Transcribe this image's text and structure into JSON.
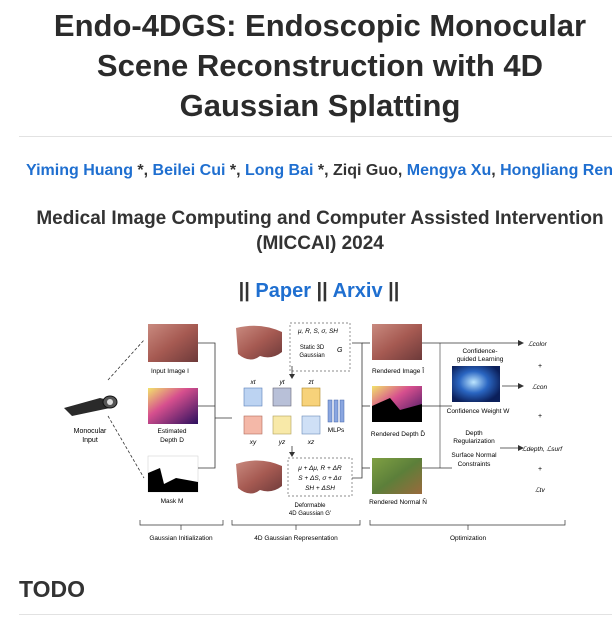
{
  "title_lines": [
    "Endo-4DGS: Endoscopic Monocular",
    "Scene Reconstruction with 4D",
    "Gaussian Splatting"
  ],
  "authors": [
    {
      "name": "Yiming Huang",
      "link": true,
      "mark": " *"
    },
    {
      "name": "Beilei Cui",
      "link": true,
      "mark": " *"
    },
    {
      "name": "Long Bai",
      "link": true,
      "mark": " *"
    },
    {
      "name": "Ziqi Guo",
      "link": false,
      "mark": ""
    },
    {
      "name": "Mengya Xu",
      "link": true,
      "mark": ""
    },
    {
      "name": "Hongliang Ren",
      "link": true,
      "mark": ""
    }
  ],
  "venue": {
    "line1": "Medical Image Computing and Computer Assisted Intervention",
    "line2": "(MICCAI) 2024"
  },
  "links": {
    "sep": "||",
    "paper": "Paper",
    "arxiv": "Arxiv"
  },
  "figure": {
    "monocular_input": [
      "Monocular",
      "Input"
    ],
    "input_image": "Input Image I",
    "estimated_depth": [
      "Estimated",
      "Depth D"
    ],
    "mask": "Mask M",
    "static_params": "μ, R, S, σ, SH",
    "static_label": [
      "Static 3D",
      "Gaussian"
    ],
    "static_symbol": "G",
    "planes_top": [
      "xt",
      "yt",
      "zt"
    ],
    "planes_bottom": [
      "xy",
      "yz",
      "xz"
    ],
    "mlps": "MLPs",
    "deform_params": [
      "μ + Δμ, R + ΔR",
      "S + ΔS, σ + Δσ",
      "SH + ΔSH"
    ],
    "deform_label": [
      "Deformable",
      "4D Gaussian G'"
    ],
    "rendered_image": "Rendered Image Î",
    "rendered_depth": "Rendered Depth D̂",
    "rendered_normal": "Rendered Normal N̂",
    "confidence_learning": [
      "Confidence-",
      "guided Learning"
    ],
    "confidence_weight": "Confidence Weight W",
    "depth_reg": [
      "Depth",
      "Regularization"
    ],
    "surface_normal": [
      "Surface Normal",
      "Constraints"
    ],
    "losses": [
      "ℒcolor",
      "ℒcon",
      "ℒdepth, ℒsurf",
      "ℒtv"
    ],
    "section_init": "Gaussian Initialization",
    "section_repr": "4D Gaussian Representation",
    "section_opt": "Optimization"
  },
  "todo_heading": "TODO"
}
